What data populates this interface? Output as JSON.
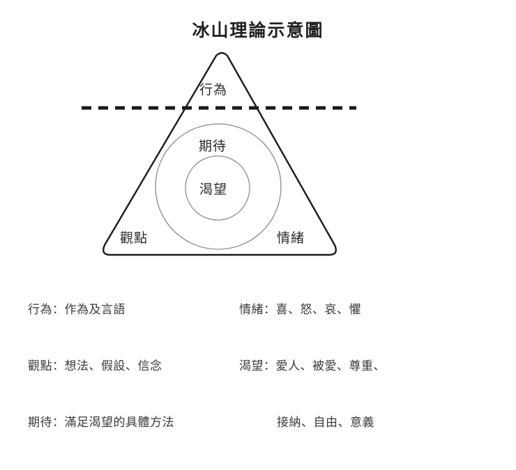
{
  "title": "冰山理論示意圖",
  "colors": {
    "background": "#ffffff",
    "text": "#231f20",
    "triangle_stroke": "#1a1a1a",
    "circle_stroke": "#8a8a8a",
    "dashed_line": "#1a1a1a",
    "legend_text": "#3a3a3a"
  },
  "diagram": {
    "triangle_label_top": "行為",
    "waterline": "dashed-waterline",
    "outer_circle_label": "期待",
    "inner_circle_label": "渴望",
    "bottom_left_label": "觀點",
    "bottom_right_label": "情緒"
  },
  "legend": {
    "left": [
      "行為：作為及言語",
      "觀點：想法、假設、信念",
      "期待：滿足渴望的具體方法"
    ],
    "right": [
      "情緒：喜、怒、哀、懼",
      "渴望：愛人、被愛、尊重、",
      "接納、自由、意義"
    ]
  }
}
